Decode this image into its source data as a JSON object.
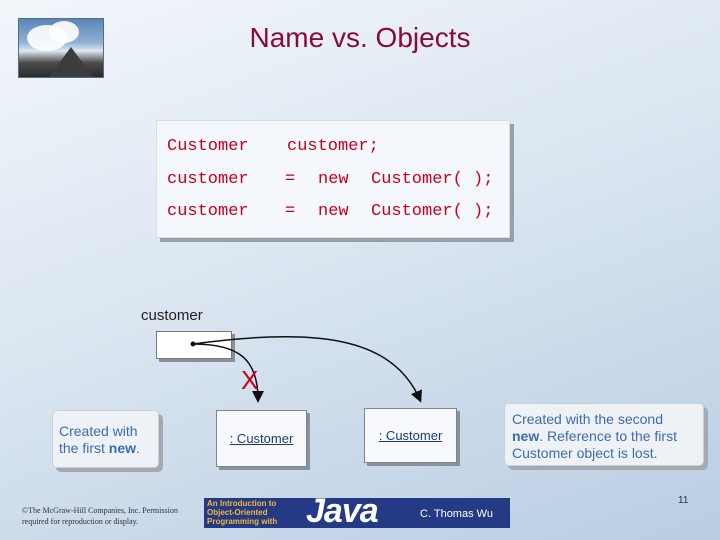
{
  "slide": {
    "title": "Name vs. Objects",
    "page_number": "11",
    "code_lines": [
      [
        "Customer",
        "customer;"
      ],
      [
        "customer",
        "=",
        "new",
        "Customer( );"
      ],
      [
        "customer",
        "=",
        "new",
        "Customer( );"
      ]
    ],
    "variable_label": "customer",
    "object_labels": [
      ": Customer",
      ": Customer"
    ],
    "cross_mark": "X",
    "callout_first": {
      "text": "Created with the first ",
      "keyword": "new",
      "suffix": "."
    },
    "callout_second": {
      "text1": "Created with the second ",
      "keyword": "new",
      "text2": ". Reference to the first Customer object is lost."
    },
    "copyright": "©The McGraw-Hill Companies, Inc. Permission required for reproduction or display.",
    "banner": {
      "line1": "An Introduction to",
      "line2": "Object-Oriented",
      "line3": "Programming with",
      "java": "Java",
      "author": "C. Thomas Wu"
    }
  },
  "colors": {
    "title": "#8b0a3a",
    "code": "#c8001a",
    "callout_text": "#3b6cb0",
    "object_text": "#1d3a78",
    "cross": "#c8001a"
  }
}
